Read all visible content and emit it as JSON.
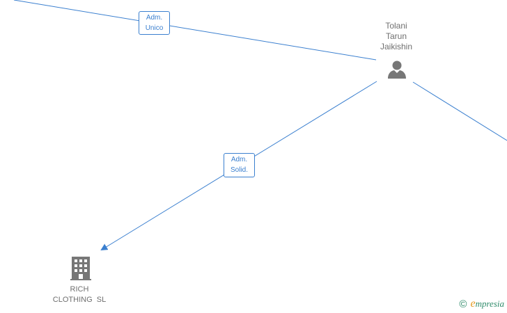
{
  "nodes": {
    "person": {
      "name_lines": [
        "Tolani",
        "Tarun",
        "Jaikishin"
      ],
      "icon": "person-icon"
    },
    "company": {
      "name_lines": [
        "RICH",
        "CLOTHING  SL"
      ],
      "icon": "building-icon"
    }
  },
  "edges": {
    "top": {
      "label_lines": [
        "Adm.",
        "Unico"
      ]
    },
    "to_company": {
      "label_lines": [
        "Adm.",
        "Solid."
      ]
    }
  },
  "colors": {
    "edge": "#3a7fcf",
    "icon": "#777777",
    "label_text": "#6f6f6f"
  },
  "watermark": {
    "copyright_symbol": "©",
    "brand_initial": "e",
    "brand_rest": "mpresia"
  }
}
